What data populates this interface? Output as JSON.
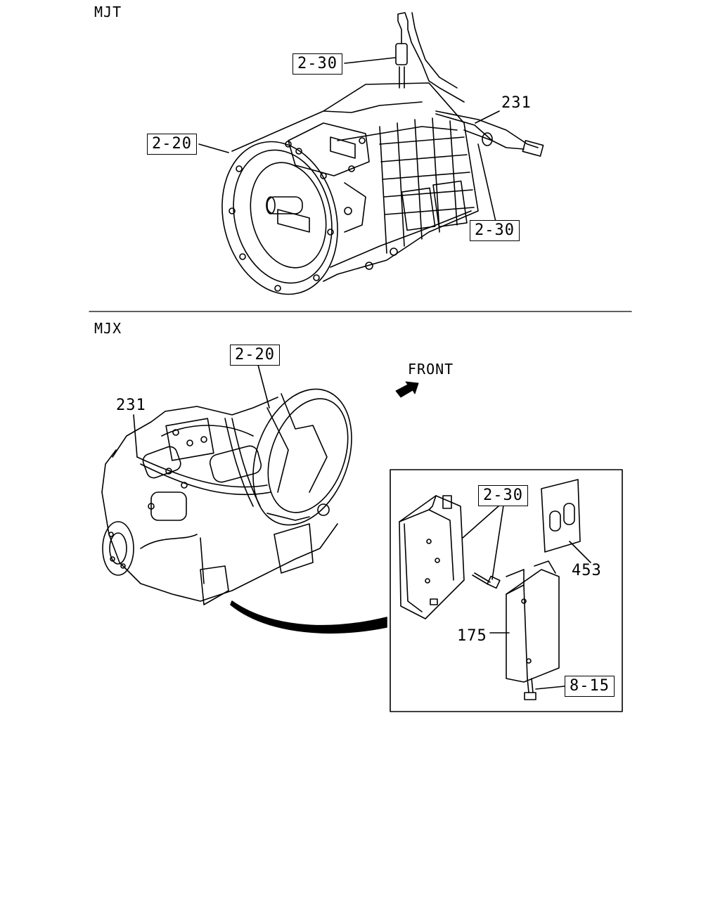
{
  "sections": [
    {
      "variant": "MJT",
      "callouts": {
        "housing_ref": "2-20",
        "sensor_top_ref": "2-30",
        "harness": "231",
        "sensor_lower_ref": "2-30"
      }
    },
    {
      "variant": "MJX",
      "front_label": "FRONT",
      "callouts": {
        "housing_ref": "2-20",
        "harness": "231",
        "bracket_ref": "2-30",
        "gasket": "453",
        "cover": "175",
        "bolt_ref": "8-15"
      }
    }
  ]
}
